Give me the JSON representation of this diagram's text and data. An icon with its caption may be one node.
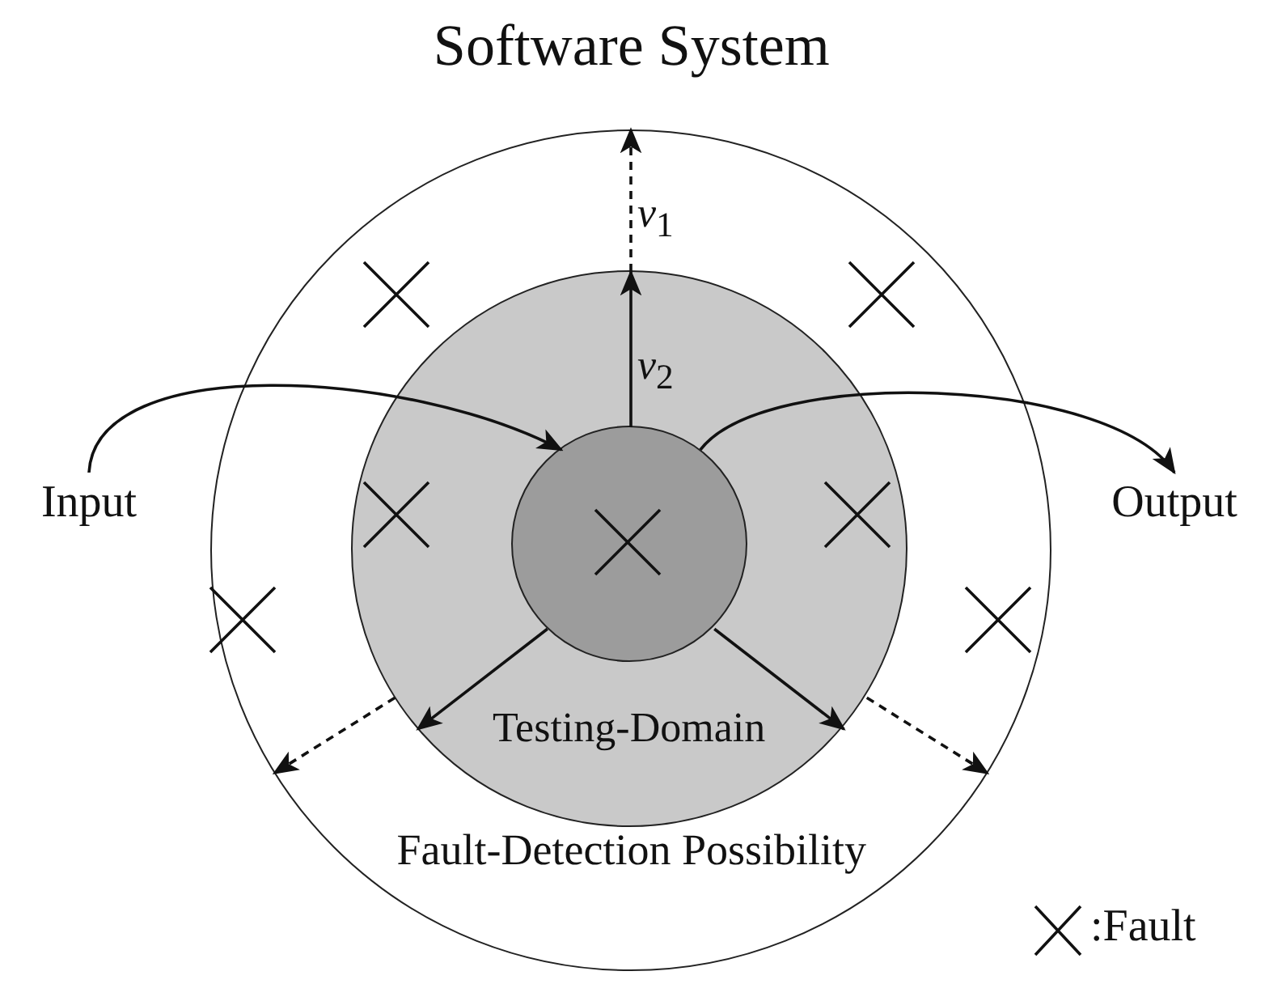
{
  "diagram": {
    "nodes": [
      {
        "text": [
          "Software System",
          "Fault-Detection Possibility"
        ]
      },
      {
        "text": [
          "Testing-Domain"
        ],
        "in": 0
      },
      {
        "text": [],
        "shape": "circle",
        "in": 1
      },
      {
        "text": [
          "Input"
        ]
      },
      {
        "text": [
          "Output"
        ]
      }
    ],
    "edges": [
      {
        "from": 3,
        "to": 2,
        "arrow": "to"
      },
      {
        "from": 2,
        "to": 4,
        "arrow": "to"
      },
      {
        "from": 2,
        "to": 1,
        "arrow": "to",
        "label": "*v*$_{2}$"
      },
      {
        "from": 1,
        "to": 0,
        "arrow": "to",
        "style": "dashed",
        "label": "*v*$_{1}$"
      },
      {
        "from": 2,
        "to": 1,
        "arrow": "to"
      },
      {
        "from": 2,
        "to": 1,
        "arrow": "to"
      },
      {
        "from": 1,
        "to": 0,
        "arrow": "to",
        "style": "dashed"
      },
      {
        "from": 1,
        "to": 0,
        "arrow": "to",
        "style": "dashed"
      }
    ],
    "legend": [
      {
        "text": ":Fault"
      }
    ]
  }
}
